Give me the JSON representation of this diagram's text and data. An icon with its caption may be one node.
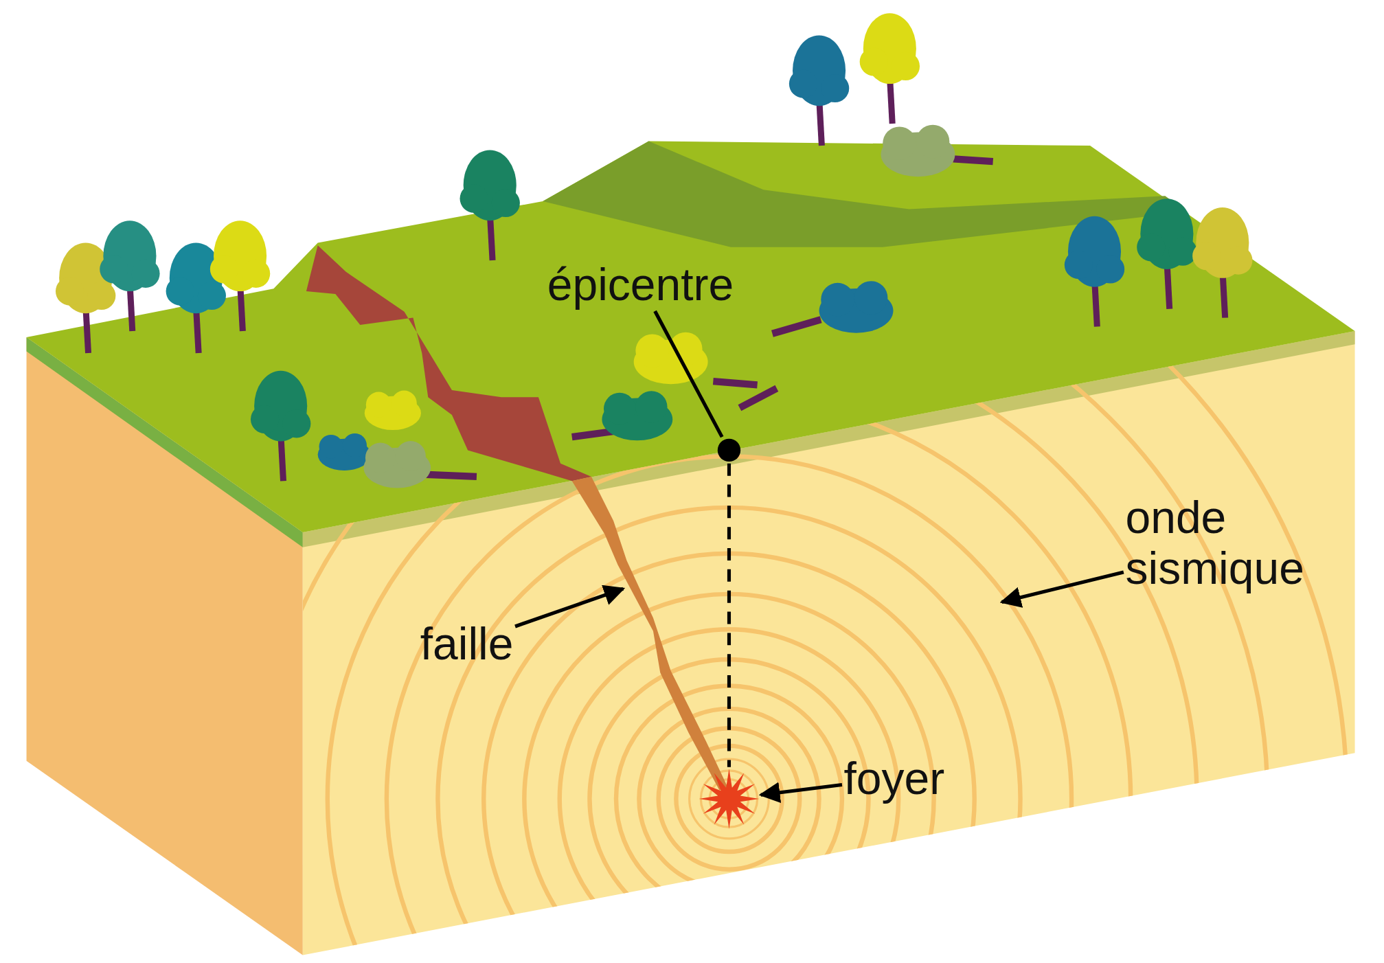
{
  "diagram": {
    "nodes": [
      {
        "text": [
          "épicentre"
        ]
      },
      {
        "text": [],
        "shape": "circle"
      },
      {
        "text": [
          "onde sismique"
        ]
      },
      {
        "text": [
          "faille"
        ]
      },
      {
        "text": [
          "foyer"
        ]
      },
      {
        "text": [],
        "shape": "star"
      }
    ],
    "edges": [
      {
        "from": 0,
        "to": 1,
        "arrow": "none"
      },
      {
        "from": 1,
        "to": 5,
        "arrow": "none",
        "style": "dashed"
      },
      {
        "from": 2,
        "to": null,
        "arrow": "to"
      },
      {
        "from": 3,
        "to": null,
        "arrow": "to"
      },
      {
        "from": 4,
        "to": 5,
        "arrow": "to"
      }
    ]
  }
}
